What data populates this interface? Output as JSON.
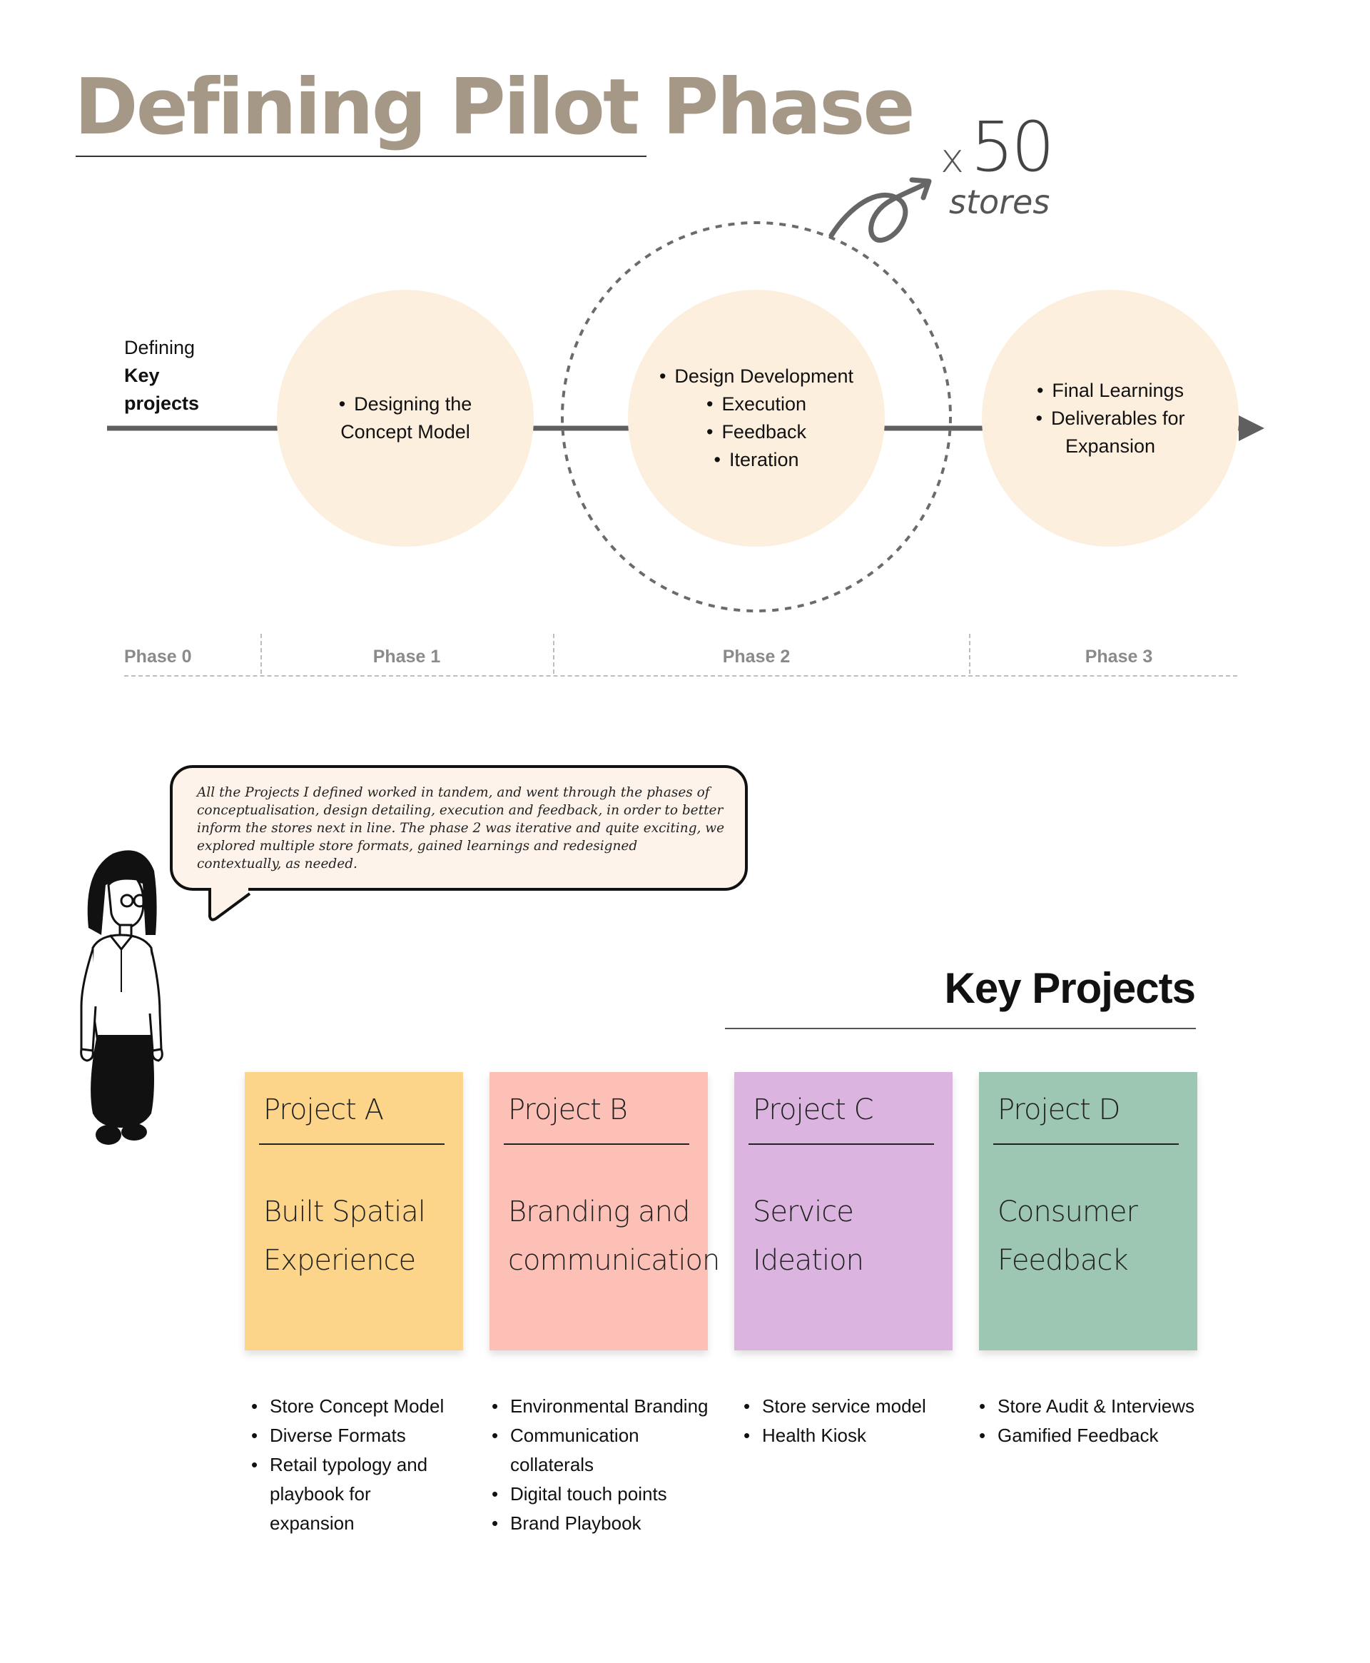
{
  "page": {
    "title": "Defining Pilot Phase"
  },
  "multiplier": {
    "symbol": "x",
    "count": "50",
    "unit": "stores"
  },
  "timeline": {
    "label_line1": "Defining",
    "label_line2": "Key",
    "label_line3": "projects",
    "phase1_items": [
      "Designing the",
      "Concept Model"
    ],
    "phase2_items": [
      "Design Development",
      "Execution",
      "Feedback",
      "Iteration"
    ],
    "phase3_items": [
      "Final Learnings",
      "Deliverables for",
      "Expansion"
    ]
  },
  "phases": [
    "Phase 0",
    "Phase 1",
    "Phase 2",
    "Phase 3"
  ],
  "bubble": {
    "text": "All the Projects I defined worked in tandem, and went through the phases of conceptualisation, design detailing, execution and feedback, in order to better inform the stores next in line. The phase 2 was iterative and quite exciting, we explored multiple store formats, gained learnings and redesigned contextually, as needed."
  },
  "key_projects": {
    "title": "Key Projects",
    "cards": [
      {
        "title": "Project A",
        "body_line1": "Built Spatial",
        "body_line2": "Experience",
        "color": "#fcd48a",
        "items": [
          "Store Concept Model",
          "Diverse Formats",
          "Retail typology and",
          "playbook for",
          "expansion"
        ]
      },
      {
        "title": "Project B",
        "body_line1": "Branding and",
        "body_line2": "communication",
        "color": "#fdc0b6",
        "items": [
          "Environmental Branding",
          "Communication",
          "collaterals",
          "Digital touch points",
          "Brand Playbook"
        ]
      },
      {
        "title": "Project C",
        "body_line1": "Service Ideation",
        "body_line2": "",
        "color": "#dbb5e0",
        "items": [
          "Store service model",
          "Health Kiosk"
        ]
      },
      {
        "title": "Project D",
        "body_line1": "Consumer",
        "body_line2": "Feedback",
        "color": "#9dc6b3",
        "items": [
          "Store Audit & Interviews",
          "Gamified Feedback"
        ]
      }
    ]
  },
  "colors": {
    "title": "#a69886",
    "circle_fill": "#fdefde",
    "timeline_line": "#5f5f5f",
    "phase_label": "#8a8a8a"
  }
}
